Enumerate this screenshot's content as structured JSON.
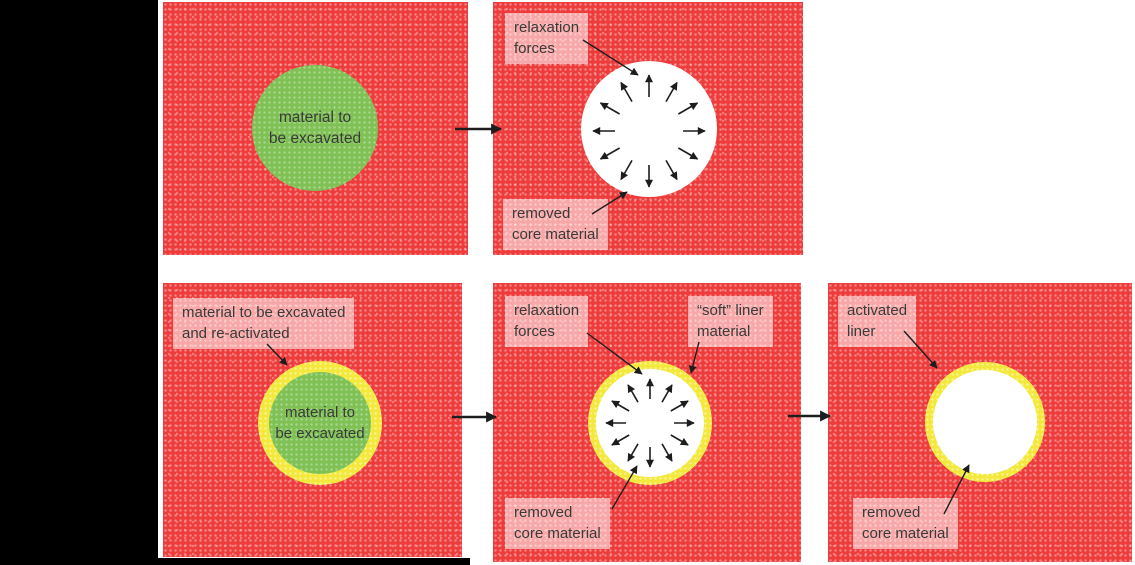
{
  "figure": {
    "description": "tunnel excavation liner concept diagram",
    "panels": {
      "p1": {
        "circle_label": "material to\nbe excavated"
      },
      "p2": {
        "relaxation_forces": "relaxation\nforces",
        "removed_core": "removed\ncore material"
      },
      "p3": {
        "annotation": "material to be excavated\nand re-activated",
        "circle_label": "material to\nbe excavated"
      },
      "p4": {
        "relaxation_forces": "relaxation\nforces",
        "soft_liner": "“soft” liner\nmaterial",
        "removed_core": "removed\ncore material"
      },
      "p5": {
        "activated_liner": "activated\nliner",
        "removed_core": "removed\ncore material"
      }
    }
  },
  "colors": {
    "red": "#ee3c3c",
    "green": "#7fc155",
    "yellow": "#f3e93c",
    "label_bg": "rgba(255,255,255,0.55)",
    "text": "#3a3a3a",
    "arrow": "#1d1d1d",
    "page_edge": "#000000"
  }
}
